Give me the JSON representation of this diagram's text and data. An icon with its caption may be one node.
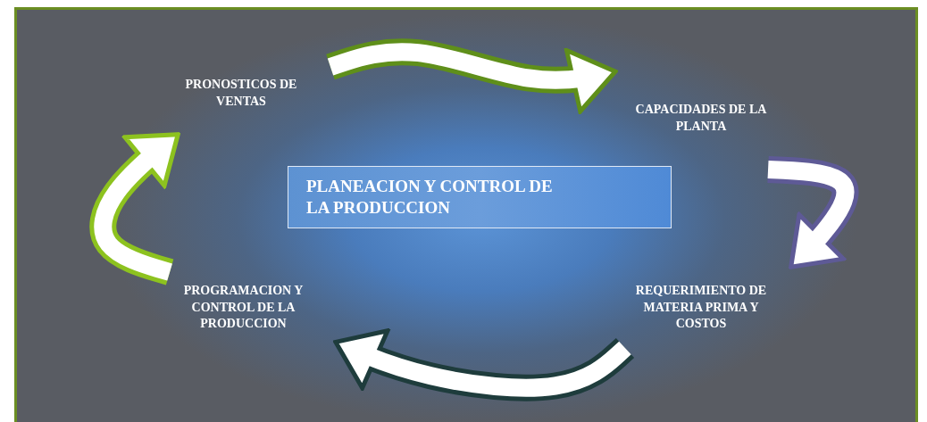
{
  "diagram": {
    "nodes": [
      {
        "text": [
          "PRONOSTICOS DE VENTAS"
        ]
      },
      {
        "text": [
          "CAPACIDADES DE LA PLANTA"
        ]
      },
      {
        "text": [
          "PLANEACION Y CONTROL DE LA PRODUCCION"
        ]
      },
      {
        "text": [
          "REQUERIMIENTO DE MATERIA PRIMA Y COSTOS"
        ]
      },
      {
        "text": [
          "PROGRAMACION Y CONTROL DE LA PRODUCCION"
        ]
      }
    ],
    "edges": [
      {
        "from": 0,
        "to": 1,
        "arrow": "to",
        "color": "#5f8f1a"
      },
      {
        "from": 1,
        "to": 3,
        "arrow": "to",
        "color": "#5e5a96"
      },
      {
        "from": 3,
        "to": 4,
        "arrow": "to",
        "color": "#1e3c3c"
      },
      {
        "from": 4,
        "to": 0,
        "arrow": "to",
        "color": "#8dc21f"
      }
    ]
  }
}
